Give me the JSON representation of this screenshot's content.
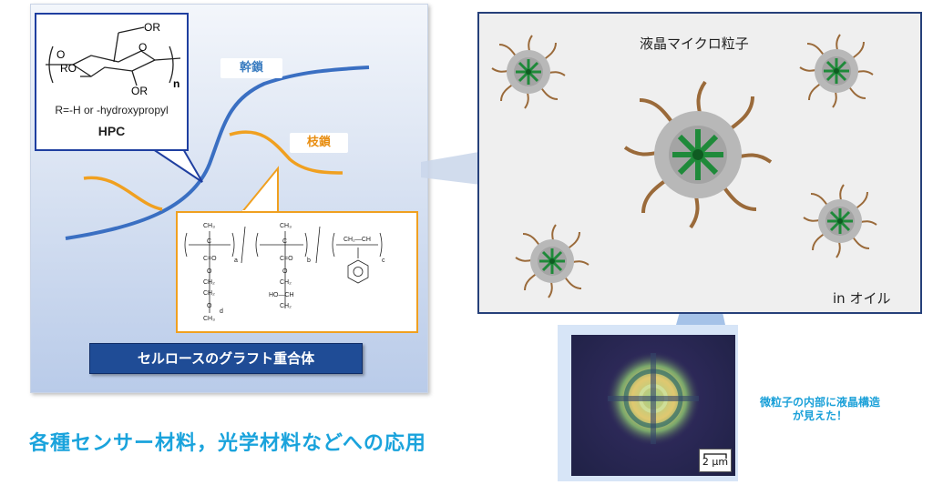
{
  "hpc": {
    "substituent_or_top": "OR",
    "substituent_ro": "RO",
    "substituent_or_bottom": "OR",
    "ring_o": "O",
    "repeat_n": "n",
    "r_definition": "R=-H or -hydroxypropyl",
    "name": "HPC"
  },
  "labels": {
    "main_chain": "幹鎖",
    "branch_chain": "枝鎖",
    "graft_polymer": "セルロースのグラフト重合体",
    "lc_microparticle": "液晶マイクロ粒子",
    "in_oil": "in オイル",
    "scale_bar": "2 μm",
    "note_line1": "微粒子の内部に液晶構造",
    "note_line2": "が見えた！",
    "application": "各種センサー材料，光学材料などへの応用"
  },
  "formula": {
    "ch3": "CH₃",
    "c": "C",
    "co": "C=O",
    "o": "O",
    "ch2": "CH₂",
    "hoch": "HO—CH",
    "ch2ch": "CH₂—CH",
    "sub_a": "a",
    "sub_b": "b",
    "sub_c": "c",
    "sub_d": "d"
  },
  "colors": {
    "main_chain": "#3a6fc2",
    "branch_chain": "#f0a020",
    "accent_blue": "#1aa3dc",
    "liquid_crystal": "#1f8a3a",
    "hair": "#9a6a3a"
  }
}
